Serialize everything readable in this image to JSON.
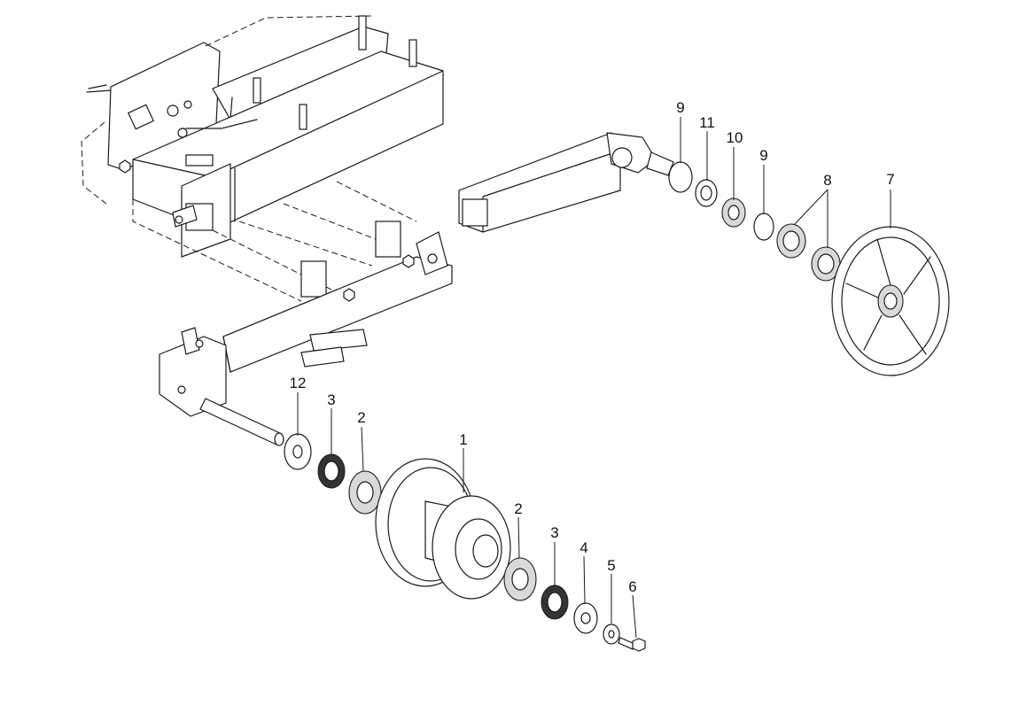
{
  "diagram": {
    "callouts": {
      "part_1": "1",
      "part_2a": "2",
      "part_2b": "2",
      "part_3a": "3",
      "part_3b": "3",
      "part_4": "4",
      "part_5": "5",
      "part_6": "6",
      "part_7": "7",
      "part_8": "8",
      "part_9a": "9",
      "part_9b": "9",
      "part_10": "10",
      "part_11": "11",
      "part_12": "12"
    }
  }
}
